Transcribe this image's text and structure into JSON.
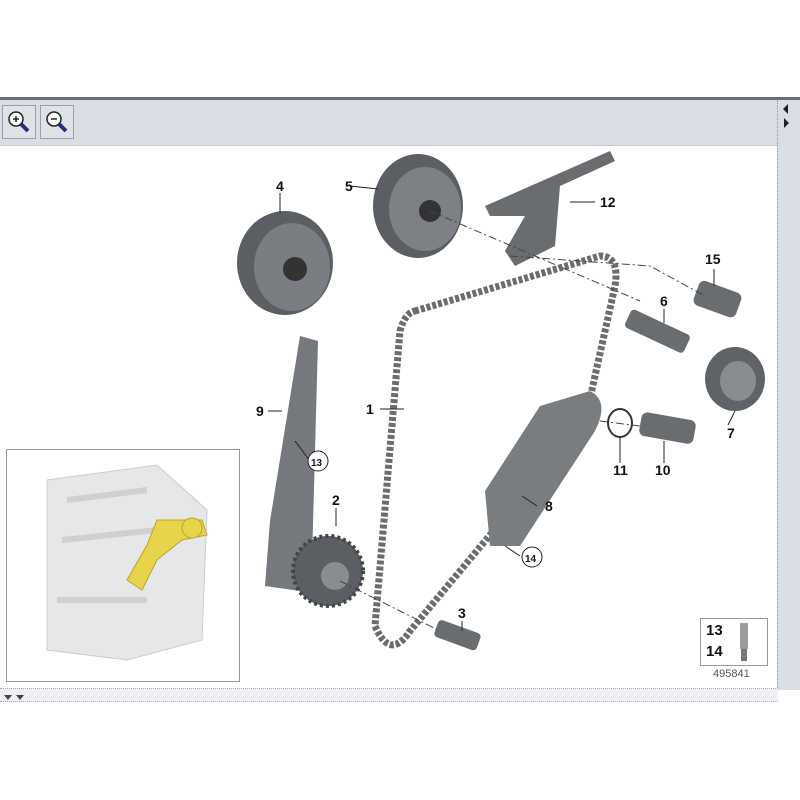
{
  "toolbar": {
    "zoom_in_icon": "magnifier-plus-icon",
    "zoom_out_icon": "magnifier-minus-icon"
  },
  "diagram": {
    "labels": {
      "p1": "1",
      "p2": "2",
      "p3": "3",
      "p4": "4",
      "p5": "5",
      "p6": "6",
      "p7": "7",
      "p8": "8",
      "p9": "9",
      "p10": "10",
      "p11": "11",
      "p12": "12",
      "p13": "13",
      "p14": "14",
      "p15": "15"
    },
    "legend": {
      "a": "13",
      "b": "14"
    },
    "reference_number": "495841"
  },
  "colors": {
    "toolbar": "#d9dee4",
    "part": "#5f6266",
    "highlight": "#e8d44a"
  }
}
